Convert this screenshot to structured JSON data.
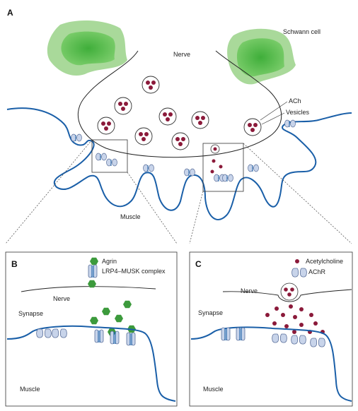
{
  "panel_a": {
    "letter": "A",
    "nerve": "Nerve",
    "schwann_cell": "Schwann cell",
    "ach": "ACh",
    "vesicles": "Vesicles",
    "muscle": "Muscle"
  },
  "panel_b": {
    "letter": "B",
    "legend": {
      "agrin": "Agrin",
      "complex": "LRP4–MUSK complex"
    },
    "nerve": "Nerve",
    "synapse": "Synapse",
    "muscle": "Muscle"
  },
  "panel_c": {
    "letter": "C",
    "legend": {
      "acetylcholine": "Acetylcholine",
      "achr": "AChR"
    },
    "nerve": "Nerve",
    "synapse": "Synapse",
    "muscle": "Muscle"
  },
  "colors": {
    "membrane": "#1a5fa8",
    "vesicle_dot": "#8b1a3a",
    "agrin": "#3c9a3c",
    "schwann_outer": "#a9d99a",
    "schwann_inner": "#5bbf4f",
    "receptor_fill": "#c8d4ea",
    "receptor_stroke": "#5a6f9a"
  }
}
